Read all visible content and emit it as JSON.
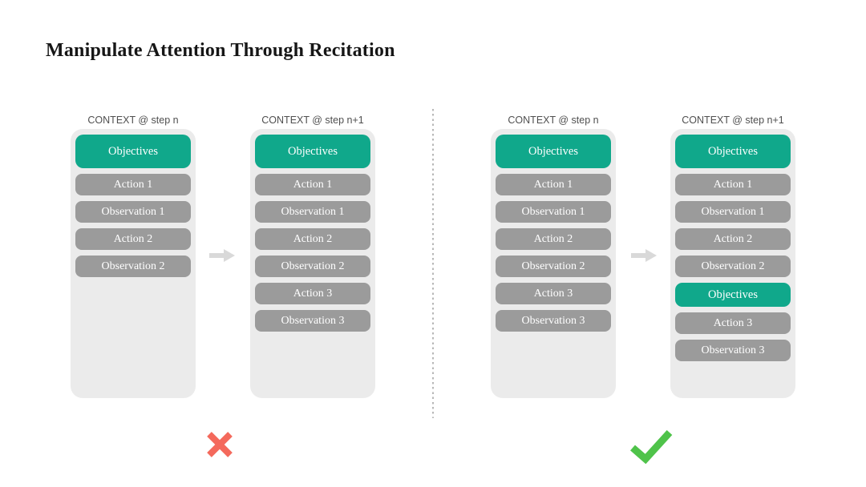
{
  "slide": {
    "title": "Manipulate Attention Through Recitation"
  },
  "colors": {
    "objective_pill": "#10a88b",
    "step_pill": "#9b9b9b",
    "context_container": "#ebebeb",
    "header_text": "#4f4f4f",
    "title_text": "#161616",
    "arrow": "#d9d9d9",
    "divider": "#b7b7b7",
    "cross": "#f4695c",
    "check": "#4fc34a"
  },
  "left": {
    "verdict": {
      "icon": "cross-icon",
      "meaning": "wrong"
    },
    "before": {
      "header": "CONTEXT @ step n",
      "items": [
        "Objectives",
        "Action 1",
        "Observation 1",
        "Action 2",
        "Observation 2"
      ]
    },
    "after": {
      "header": "CONTEXT @ step n+1",
      "items": [
        "Objectives",
        "Action 1",
        "Observation 1",
        "Action 2",
        "Observation 2",
        "Action 3",
        "Observation 3"
      ]
    }
  },
  "right": {
    "verdict": {
      "icon": "check-icon",
      "meaning": "correct"
    },
    "before": {
      "header": "CONTEXT @ step n",
      "items": [
        "Objectives",
        "Action 1",
        "Observation 1",
        "Action 2",
        "Observation 2",
        "Action 3",
        "Observation 3"
      ]
    },
    "after": {
      "header": "CONTEXT @ step n+1",
      "items": [
        "Objectives",
        "Action 1",
        "Observation 1",
        "Action 2",
        "Observation 2",
        "Objectives",
        "Action 3",
        "Observation 3"
      ]
    }
  }
}
